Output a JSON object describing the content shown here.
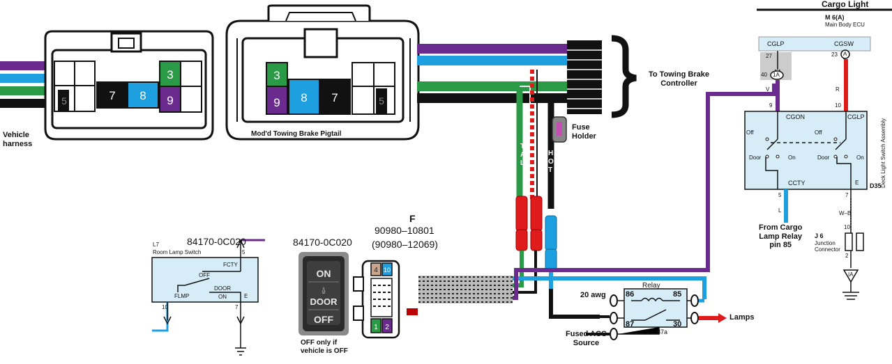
{
  "labels": {
    "vehicle_harness": "Vehicle\nharness",
    "pigtail": "Mod'd Towing Brake Pigtail",
    "to_controller": "To Towing Brake\nController",
    "fuse_holder": "Fuse\nHolder",
    "tail": "TAIL",
    "hot": "HOT",
    "connector_f": "F",
    "part_f": "90980–10801",
    "part_f_alt": "(90980–12069)",
    "switch_part": "84170-0C020",
    "switch_part_l7": "84170-0C020",
    "l7": "L7",
    "room_lamp_switch": "Room Lamp Switch",
    "fcty": "FCTY",
    "off": "OFF",
    "door": "DOOR",
    "on": "ON",
    "flmp": "FLMP",
    "e": "E",
    "pin_5": "5",
    "pin_10": "10",
    "pin_7": "7",
    "off_note": "OFF only if\nvehicle is OFF",
    "wire_20awg": "20 awg",
    "relay": "Relay",
    "relay_86": "86",
    "relay_85": "85",
    "relay_87": "87",
    "relay_30": "30",
    "relay_87a": "87a",
    "fused_acc": "Fused ACC\nSource",
    "lamps": "Lamps",
    "cargo_light": "Cargo Light",
    "m6a": "M 6(A)",
    "main_body_ecu": "Main Body ECU",
    "cglp_top": "CGLP",
    "cgsw": "CGSW",
    "pin_27": "27",
    "pin_23": "23",
    "pin_40": "40",
    "conn_1a": "1A",
    "conn_a": "A",
    "wire_v": "V",
    "wire_r": "R",
    "pin_9": "9",
    "pin_10b": "10",
    "cgon": "CGON",
    "cglp": "CGLP",
    "sw_off_left": "Off",
    "sw_off_right": "Off",
    "sw_door_left": "Door",
    "sw_on_left": "On",
    "sw_door_right": "Door",
    "sw_on_right": "On",
    "e_right": "E",
    "ccty": "CCTY",
    "pin_5b": "5",
    "pin_7b": "7",
    "wire_l": "L",
    "wire_wb": "W–B",
    "d35": "D35",
    "deck_switch": "Deck Light Switch Assembly",
    "from_cargo": "From Cargo\nLamp Relay\npin 85",
    "j6": "J 6",
    "junction": "Junction\nConnector",
    "pin_10c": "10",
    "pin_2": "2",
    "ia": "IA",
    "button_on": "ON",
    "button_door": "DOOR",
    "button_off": "OFF"
  },
  "connector_left_pins": [
    "5",
    "7",
    "8",
    "9",
    "3"
  ],
  "connector_right_pins": [
    "3",
    "9",
    "8",
    "7",
    "5"
  ],
  "connector_f_pins": [
    "4",
    "10",
    "1",
    "2"
  ],
  "colors": {
    "purple": "#6a2a8e",
    "blue": "#1ea0e0",
    "green": "#2a9a46",
    "black": "#111111",
    "red": "#e01b1b",
    "light_blue_box": "#d6ecf7",
    "gray": "#bbbbbb"
  }
}
